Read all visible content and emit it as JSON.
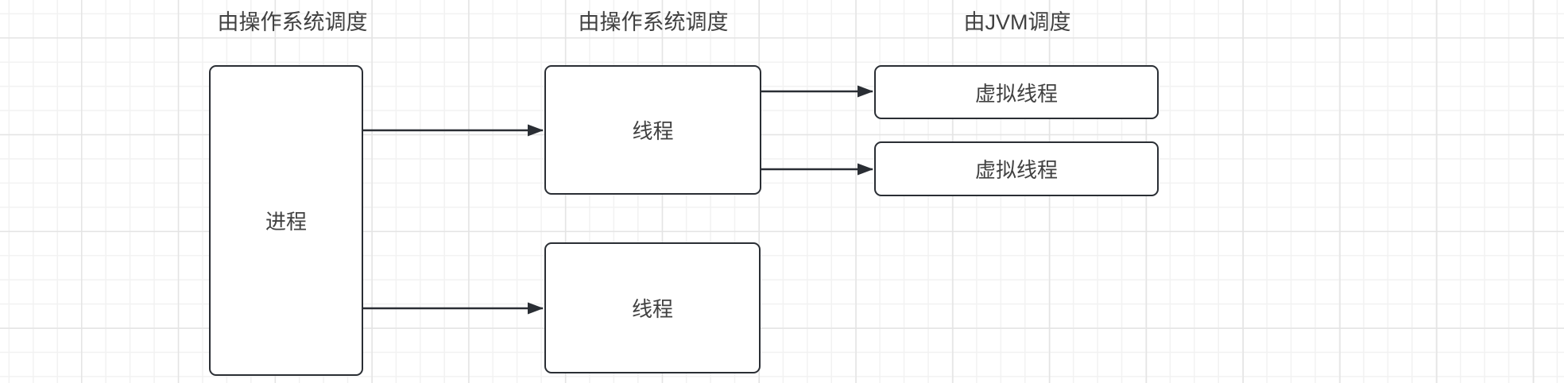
{
  "diagram": {
    "headers": [
      {
        "label": "由操作系统调度"
      },
      {
        "label": "由操作系统调度"
      },
      {
        "label": "由JVM调度"
      }
    ],
    "nodes": {
      "process": {
        "label": "进程"
      },
      "thread_top": {
        "label": "线程"
      },
      "thread_bottom": {
        "label": "线程"
      },
      "vthread_1": {
        "label": "虚拟线程"
      },
      "vthread_2": {
        "label": "虚拟线程"
      }
    },
    "colors": {
      "background": "#ffffff",
      "grid_minor": "#f2f2f2",
      "grid_major": "#e4e4e4",
      "node_border": "#2a2e34",
      "node_fill": "#ffffff",
      "arrow": "#2a2e34",
      "text": "#414141"
    }
  }
}
